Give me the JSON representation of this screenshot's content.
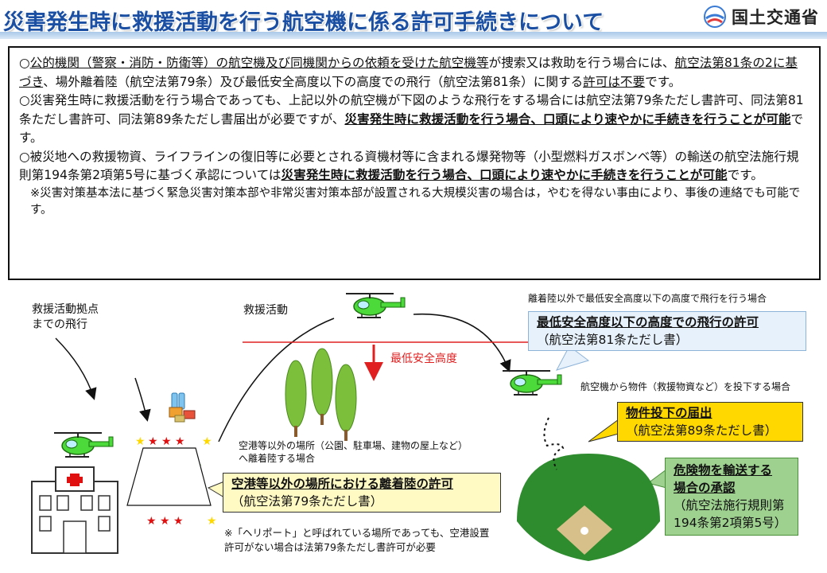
{
  "header": {
    "title": "災害発生時に救援活動を行う航空機に係る許可手続きについて",
    "ministry": "国土交通省",
    "logo_icon": "mlit-logo-icon"
  },
  "main_box": {
    "p1": {
      "a": "○",
      "b": "公的機関（警察・消防・防衛等）の航空機及び同機関からの依頼を受けた航空機等",
      "c": "が捜索又は救助を行う場合には、",
      "d": "航空法第81条の2に基づき",
      "e": "、場外離着陸（航空法第79条）及び最低安全高度以下の高度での飛行（航空法第81条）に関する",
      "f": "許可は不要",
      "g": "です。"
    },
    "p2": {
      "a": "○災害発生時に救援活動を行う場合であっても、上記以外の航空機が下図のような飛行をする場合には航空法第79条ただし書許可、同法第81条ただし書許可、同法第89条ただし書届出が必要ですが、",
      "b": "災害発生時に救援活動を行う場合、口頭により速やかに手続きを行うことが可能",
      "c": "です。"
    },
    "p3": {
      "a": "○被災地への救援物資、ライフラインの復旧等に必要とされる資機材等に含まれる爆発物等（小型燃料ガスボンベ等）の輸送の航空法施行規則第194条第2項第5号に基づく承認については",
      "b": "災害発生時に救援活動を行う場合、口頭により速やかに手続きを行うことが可能",
      "c": "です。"
    },
    "note": "※災害対策基本法に基づく緊急災害対策本部や非常災害対策本部が設置される大規模災害の場合は，やむを得ない事由により、事後の連絡でも可能です。"
  },
  "diagram": {
    "flight_to_base": "救援活動拠点\nまでの飛行",
    "relief_activity": "救援活動",
    "min_safe_altitude": "最低安全高度",
    "below_altitude_case": "離着陸以外で最低安全高度以下の高度で飛行を行う場合",
    "callout_altitude": {
      "title": "最低安全高度以下の高度での飛行の許可",
      "sub": "（航空法第81条ただし書）"
    },
    "drop_case": "航空機から物件（救援物資など）を投下する場合",
    "callout_drop": {
      "title": "物件投下の届出",
      "sub": "（航空法第89条ただし書）"
    },
    "landing_case": "空港等以外の場所（公園、駐車場、建物の屋上など）\nへ離着陸する場合",
    "callout_landing": {
      "title": "空港等以外の場所における離着陸の許可",
      "sub": "（航空法第79条ただし書）"
    },
    "callout_danger": {
      "title1": "危険物を輸送する",
      "title2": "場合の承認",
      "sub": "（航空法施行規則第194条第2項第5号）"
    },
    "heliport_note": "※「ヘリポート」と呼ばれている場所であっても、空港設置\n許可がない場合は法第79条ただし書許可が必要"
  },
  "colors": {
    "title_blue": "#1a4fa3",
    "altitude_line": "#e02020",
    "helicopter": "#4cd93a",
    "star": "#e01010",
    "field": "#2e8b2e",
    "drop_callout": "#ffd800",
    "danger_callout": "#9ed18f"
  }
}
